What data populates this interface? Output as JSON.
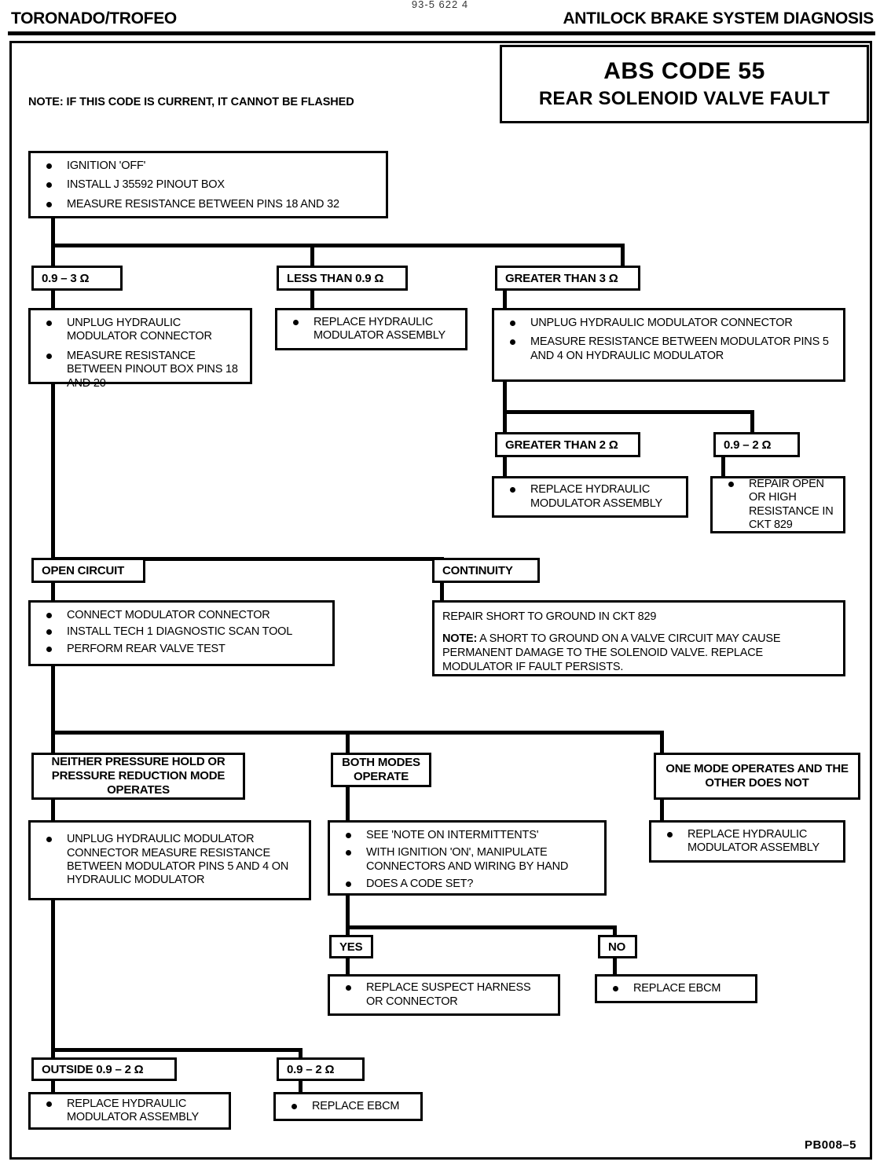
{
  "header": {
    "top_code": "93-5 622 4",
    "left_title": "TORONADO/TROFEO",
    "right_title": "ANTILOCK BRAKE SYSTEM DIAGNOSIS"
  },
  "title_block": {
    "code": "ABS CODE 55",
    "fault": "REAR SOLENOID VALVE FAULT"
  },
  "note": "NOTE:  IF THIS CODE IS CURRENT, IT CANNOT BE FLASHED",
  "footer": {
    "ref": "PB008–5"
  },
  "flow": {
    "start": {
      "items": [
        "IGNITION 'OFF'",
        "INSTALL J 35592 PINOUT BOX",
        "MEASURE RESISTANCE BETWEEN PINS 18 AND 32"
      ]
    },
    "branch1": {
      "low": "0.9 – 3 Ω",
      "less": "LESS THAN 0.9 Ω",
      "greater": "GREATER THAN 3 Ω"
    },
    "low_action": {
      "items": [
        "UNPLUG HYDRAULIC MODULATOR CONNECTOR",
        "MEASURE  RESISTANCE BETWEEN  PINOUT BOX PINS 18 AND 20"
      ]
    },
    "less_action": {
      "items": [
        "REPLACE HYDRAULIC MODULATOR ASSEMBLY"
      ]
    },
    "greater_action": {
      "items": [
        "UNPLUG HYDRAULIC MODULATOR CONNECTOR",
        "MEASURE RESISTANCE BETWEEN MODULATOR PINS 5 AND 4 ON HYDRAULIC MODULATOR"
      ]
    },
    "branch2": {
      "gt2": "GREATER THAN 2 Ω",
      "range": "0.9 – 2 Ω"
    },
    "gt2_action": {
      "items": [
        "REPLACE HYDRAULIC MODULATOR ASSEMBLY"
      ]
    },
    "range_action": {
      "items": [
        "REPAIR OPEN OR HIGH RESISTANCE IN CKT 829"
      ]
    },
    "branch3": {
      "open": "OPEN CIRCUIT",
      "continuity": "CONTINUITY"
    },
    "open_action": {
      "items": [
        "CONNECT MODULATOR CONNECTOR",
        "INSTALL TECH 1 DIAGNOSTIC SCAN TOOL",
        "PERFORM  REAR VALVE TEST"
      ]
    },
    "continuity_action": {
      "line1": "REPAIR SHORT TO GROUND IN CKT 829",
      "note_label": "NOTE:",
      "note_text": " A SHORT TO GROUND ON A VALVE CIRCUIT MAY CAUSE PERMANENT DAMAGE TO THE SOLENOID VALVE. REPLACE MODULATOR IF FAULT  PERSISTS."
    },
    "branch4": {
      "neither": "NEITHER PRESSURE HOLD OR PRESSURE REDUCTION MODE OPERATES",
      "both": "BOTH MODES OPERATE",
      "one": "ONE MODE OPERATES AND THE OTHER DOES NOT"
    },
    "neither_action": {
      "items": [
        "UNPLUG HYDRAULIC MODULATOR CONNECTOR MEASURE RESISTANCE BETWEEN MODULATOR PINS 5 AND 4 ON HYDRAULIC MODULATOR"
      ]
    },
    "both_action": {
      "items": [
        "SEE 'NOTE ON INTERMITTENTS'",
        "WITH IGNITION 'ON', MANIPULATE CONNECTORS AND WIRING BY HAND",
        "DOES A CODE SET?"
      ]
    },
    "one_action": {
      "items": [
        "REPLACE HYDRAULIC MODULATOR ASSEMBLY"
      ]
    },
    "branch5": {
      "yes": "YES",
      "no": "NO"
    },
    "yes_action": {
      "items": [
        "REPLACE SUSPECT HARNESS OR CONNECTOR"
      ]
    },
    "no_action": {
      "items": [
        "REPLACE  EBCM"
      ]
    },
    "branch6": {
      "outside": "OUTSIDE 0.9 – 2 Ω",
      "inside": "0.9 – 2 Ω"
    },
    "outside_action": {
      "items": [
        "REPLACE HYDRAULIC MODULATOR ASSEMBLY"
      ]
    },
    "inside_action": {
      "items": [
        "REPLACE  EBCM"
      ]
    }
  }
}
